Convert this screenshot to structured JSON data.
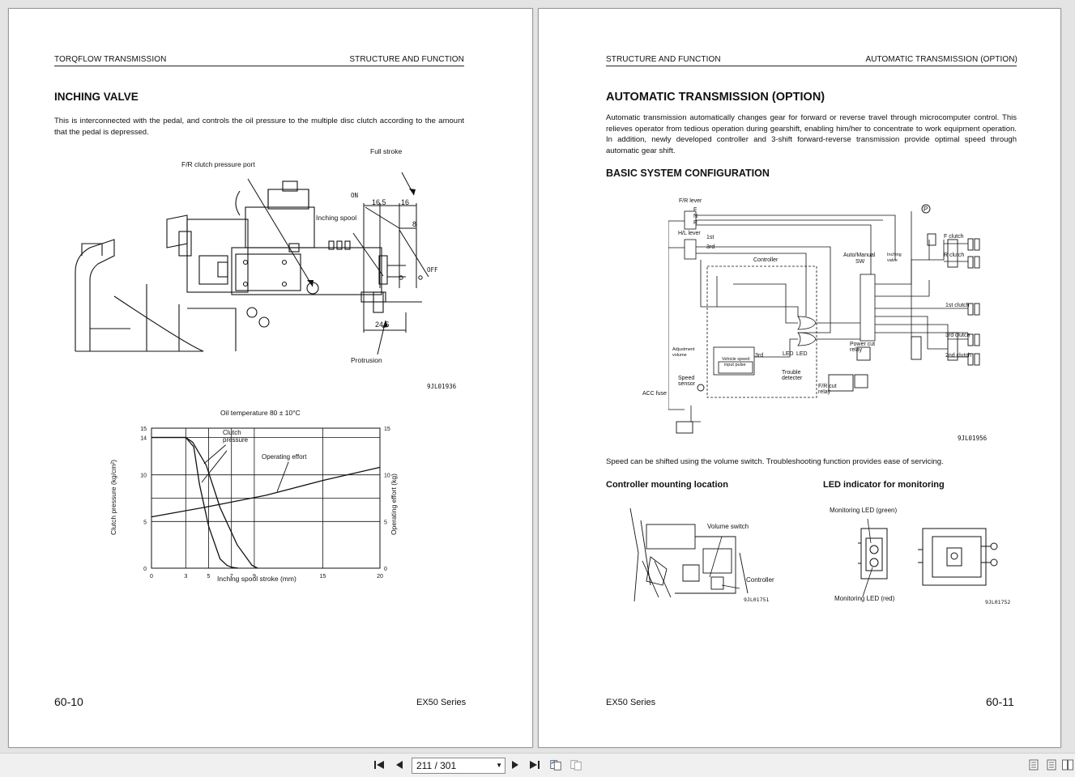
{
  "left_page": {
    "header_left": "TORQFLOW TRANSMISSION",
    "header_right": "STRUCTURE AND FUNCTION",
    "section_title": "INCHING VALVE",
    "intro": "This is interconnected with the pedal, and controls the oil pressure to the multiple disc clutch according to the amount that the pedal is depressed.",
    "figure1": {
      "labels": {
        "fr_port": "F/R clutch pressure port",
        "full_stroke": "Full stroke",
        "inching_spool": "Inching spool",
        "protrusion": "Protrusion",
        "on": "ON",
        "off": "OFF",
        "dim1": "16.5",
        "dim2": "16",
        "dim3": "8",
        "dim4": "24.5"
      },
      "code": "9JL01936"
    },
    "chart_data": {
      "type": "line",
      "title": "Oil temperature 80 ± 10°C",
      "xlabel": "Inching spool stroke (mm)",
      "ylabel": "Clutch pressure (kg/cm²)",
      "y2label": "Operating effort (kg)",
      "xlim": [
        0,
        20
      ],
      "ylim": [
        0,
        15
      ],
      "y2lim": [
        0,
        15
      ],
      "x_ticks": [
        "0",
        "3",
        "5",
        "7",
        "9",
        "15",
        "20"
      ],
      "y_ticks": [
        "0",
        "5",
        "10",
        "14",
        "15"
      ],
      "y2_ticks": [
        "0",
        "5",
        "10",
        "15"
      ],
      "grid": true,
      "annotations": [
        "Clutch pressure",
        "Operating effort"
      ],
      "series": [
        {
          "name": "Clutch pressure",
          "x": [
            0,
            3,
            3.7,
            4.2,
            5,
            6,
            6.6,
            7,
            7.6
          ],
          "y": [
            14,
            14,
            13,
            9,
            4.5,
            1,
            0.3,
            0.1,
            0
          ]
        },
        {
          "name": "Clutch pressure",
          "x": [
            0,
            3,
            3.6,
            4.8,
            6,
            7.5,
            8.8,
            9.3
          ],
          "y": [
            14,
            14,
            13.5,
            11,
            6.5,
            2.5,
            0.3,
            0
          ]
        },
        {
          "name": "Operating effort",
          "x": [
            0,
            5,
            10,
            15,
            20
          ],
          "y": [
            5.5,
            6.6,
            7.8,
            9.4,
            10.8
          ]
        }
      ]
    },
    "page_number": "60-10",
    "series_label": "EX50 Series"
  },
  "right_page": {
    "header_left": "STRUCTURE AND FUNCTION",
    "header_right": "AUTOMATIC TRANSMISSION (OPTION)",
    "main_title": "AUTOMATIC TRANSMISSION (OPTION)",
    "intro": "Automatic transmission automatically changes gear for forward or reverse travel through microcomputer control. This relieves operator from tedious operation during gearshift, enabling him/her to concentrate to work equipment operation. In addition, newly developed controller and 3-shift forward-reverse transmission provide optimal speed through automatic gear shift.",
    "section_title": "BASIC SYSTEM CONFIGURATION",
    "diagram": {
      "labels": {
        "fr_lever": "F/R lever",
        "f": "F",
        "n": "N",
        "r": "R",
        "hl_lever": "H/L lever",
        "first": "1st",
        "third": "3rd",
        "controller": "Controller",
        "auto_manual": "Auto/Manual",
        "sw": "SW",
        "inching_valve": "Inching valve",
        "f_clutch": "F clutch",
        "r_clutch": "R clutch",
        "first_clutch": "1st clutch",
        "third_clutch": "3rd clutch",
        "second_clutch": "2nd clutch",
        "adjustment_volume": "Adjustment volume",
        "vehicle_speed": "Vehicle speed",
        "input_pulse": "input pulse",
        "third2": "3rd",
        "led1": "LED",
        "led2": "LED",
        "power_cut_relay": "Power cut relay",
        "trouble_detecter": "Trouble detecter",
        "speed_sensor": "Speed sensor",
        "fr_cut_relay": "F/R cut relay",
        "acc_fuse": "ACC fuse",
        "p": "P"
      },
      "code": "9JL01956"
    },
    "shift_text": "Speed can be shifted using the volume switch. Troubleshooting function provides ease of servicing.",
    "sub_left": "Controller mounting location",
    "sub_right": "LED indicator for monitoring",
    "fig_left": {
      "volume_switch": "Volume switch",
      "controller": "Controller",
      "code": "9JL01751"
    },
    "fig_right": {
      "led_green": "Monitoring LED (green)",
      "led_red": "Monitoring LED (red)",
      "code": "9JL01752"
    },
    "page_number": "60-11",
    "series_label": "EX50 Series"
  },
  "toolbar": {
    "page_indicator": "211 / 301"
  }
}
